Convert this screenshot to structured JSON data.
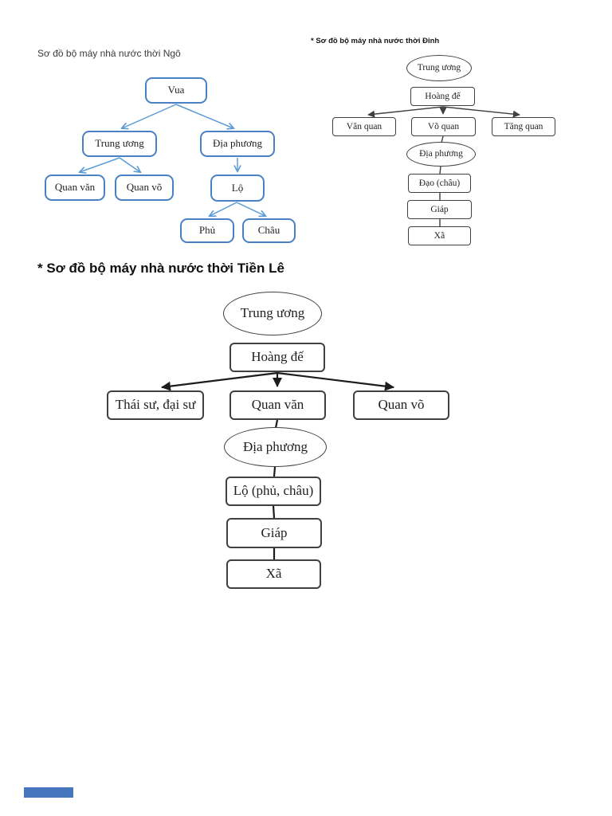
{
  "theme": {
    "page_bg": "#ffffff",
    "text": "#1f1f1f",
    "ngo_accent": "#4a80c4",
    "ngo_arrow": "#5b9bd5",
    "dark_line": "#404040",
    "black_line": "#1c1c1c",
    "footer_bar": "#4576be"
  },
  "ngo": {
    "title": "Sơ đồ bộ máy nhà nước thời Ngô",
    "nodes": {
      "vua": "Vua",
      "trung_uong": "Trung ương",
      "dia_phuong": "Địa phương",
      "quan_van": "Quan văn",
      "quan_vo": "Quan võ",
      "lo": "Lộ",
      "phu": "Phủ",
      "chau": "Châu"
    }
  },
  "dinh": {
    "title": "* Sơ đồ bộ máy nhà nước thời Đinh",
    "nodes": {
      "trung_uong": "Trung ương",
      "hoang_de": "Hoàng đế",
      "van_quan": "Văn quan",
      "vo_quan": "Võ quan",
      "tang_quan": "Tăng quan",
      "dia_phuong": "Địa phương",
      "dao_chau": "Đạo (châu)",
      "giap": "Giáp",
      "xa": "Xã"
    }
  },
  "tien_le": {
    "title": "* Sơ đồ bộ máy nhà nước thời Tiền Lê",
    "nodes": {
      "trung_uong": "Trung ương",
      "hoang_de": "Hoàng đế",
      "thai_su": "Thái sư, đại sư",
      "quan_van": "Quan văn",
      "quan_vo": "Quan võ",
      "dia_phuong": "Địa phương",
      "lo_phu_chau": "Lộ (phủ, châu)",
      "giap": "Giáp",
      "xa": "Xã"
    }
  }
}
